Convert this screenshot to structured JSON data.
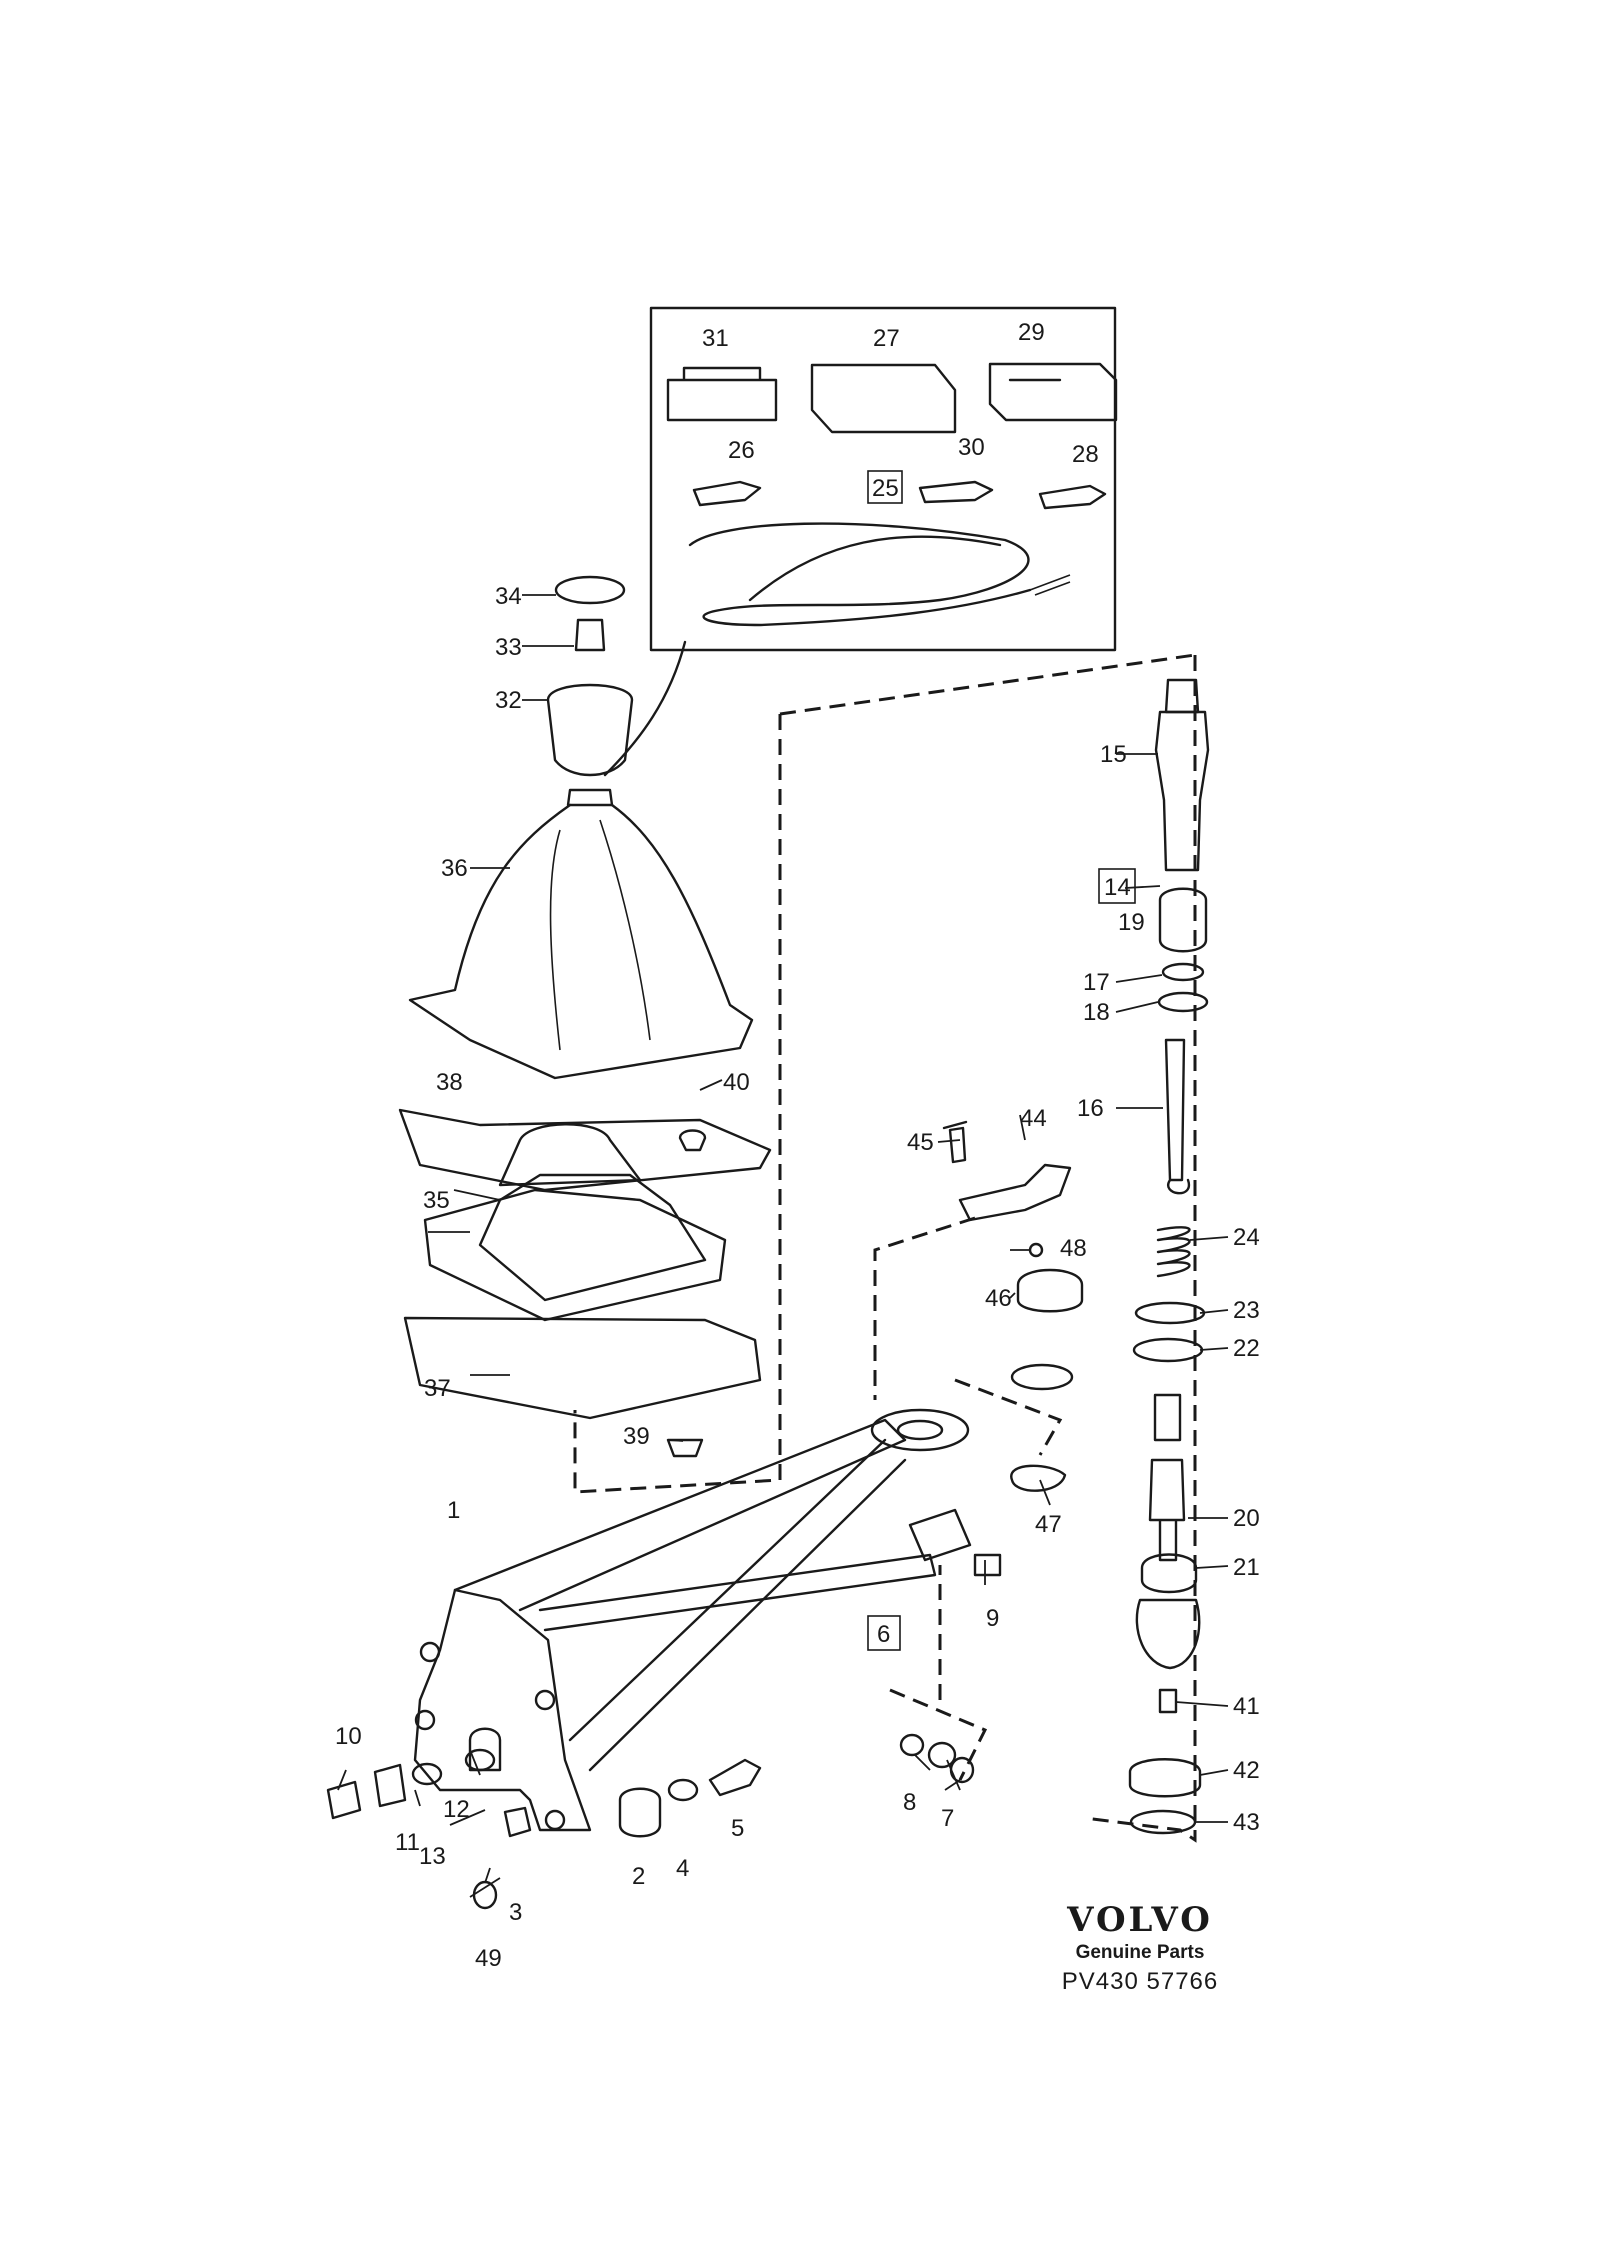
{
  "callouts": [
    "1",
    "2",
    "3",
    "4",
    "5",
    "6",
    "7",
    "8",
    "9",
    "10",
    "11",
    "12",
    "13",
    "14",
    "15",
    "16",
    "17",
    "18",
    "19",
    "20",
    "21",
    "22",
    "23",
    "24",
    "25",
    "26",
    "27",
    "28",
    "29",
    "30",
    "31",
    "32",
    "33",
    "34",
    "35",
    "36",
    "37",
    "38",
    "39",
    "40",
    "41",
    "42",
    "43",
    "44",
    "45",
    "46",
    "47",
    "48",
    "49"
  ],
  "boxed_callouts": [
    "6",
    "14",
    "25"
  ],
  "brand": {
    "logo": "VOLVO",
    "subtitle": "Genuine Parts",
    "code": "PV430 57766"
  }
}
